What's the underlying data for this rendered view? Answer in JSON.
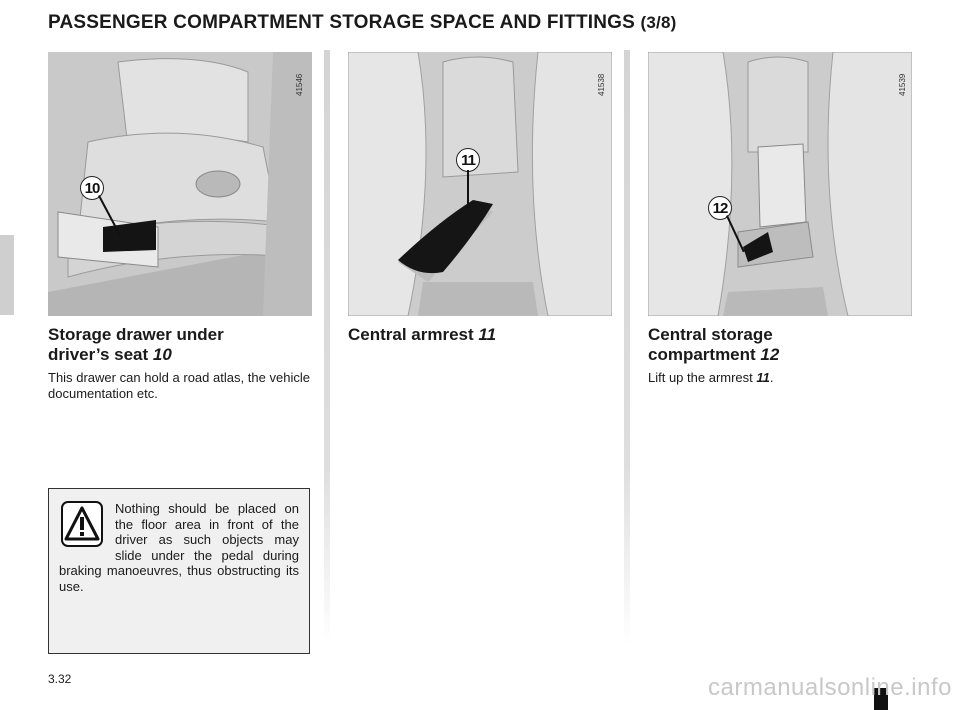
{
  "header": {
    "title": "PASSENGER COMPARTMENT STORAGE SPACE AND FITTINGS",
    "part": "(3/8)"
  },
  "columns": [
    {
      "image_code": "41546",
      "callout": "10",
      "heading_line1": "Storage drawer under",
      "heading_line2": "driver’s seat",
      "heading_ref": "10",
      "body": "This drawer can hold a road atlas, the vehicle documentation etc."
    },
    {
      "image_code": "41538",
      "callout": "11",
      "heading_line1": "Central armrest",
      "heading_ref": "11"
    },
    {
      "image_code": "41539",
      "callout": "12",
      "heading_line1": "Central storage",
      "heading_line2": "compartment",
      "heading_ref": "12",
      "body_prefix": "Lift up the armrest",
      "body_ref": "11",
      "body_suffix": "."
    }
  ],
  "warning": {
    "text": "Nothing should be placed on the floor area in front of the driver as such objects may slide under the pedal during braking manoeuvres, thus obstructing its use.",
    "icon": "warning-triangle-icon"
  },
  "footer": {
    "page_number": "3.32",
    "watermark": "carmanualsonline.info"
  }
}
